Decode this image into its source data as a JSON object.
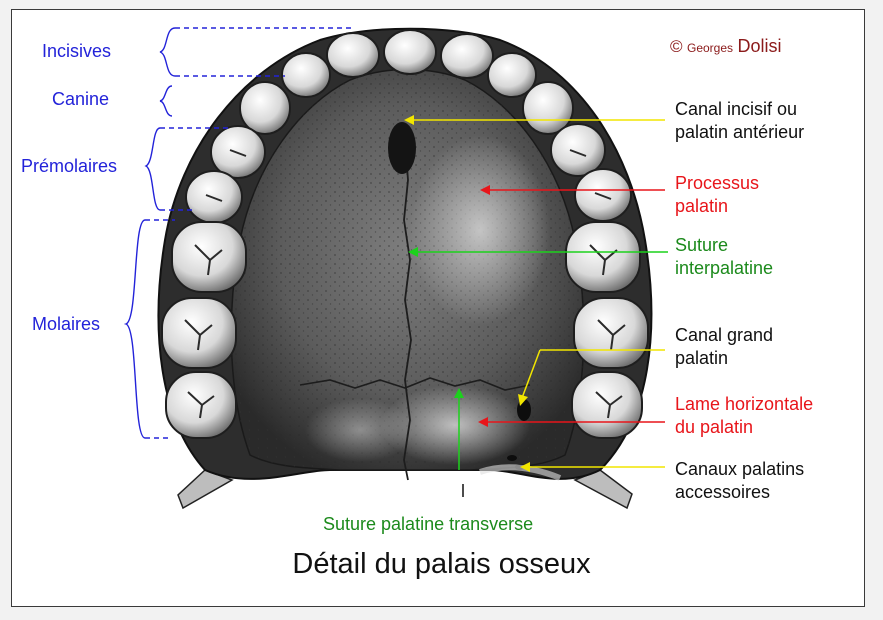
{
  "copyright": {
    "symbol": "©",
    "first": "Georges",
    "last": "Dolisi"
  },
  "tooth_groups": {
    "incisives": "Incisives",
    "canine": "Canine",
    "premolaires": "Prémolaires",
    "molaires": "Molaires"
  },
  "annotations": {
    "canal_incisif_1": "Canal incisif ou",
    "canal_incisif_2": "palatin antérieur",
    "processus_1": "Processus",
    "processus_2": "palatin",
    "suture_inter_1": "Suture",
    "suture_inter_2": "interpalatine",
    "canal_grand_1": "Canal grand",
    "canal_grand_2": "palatin",
    "lame_1": "Lame horizontale",
    "lame_2": "du palatin",
    "canaux_1": "Canaux palatins",
    "canaux_2": "accessoires",
    "suture_transverse": "Suture palatine transverse"
  },
  "title": "Détail du palais osseux",
  "colors": {
    "group_labels": "#2323d9",
    "black_labels": "#111111",
    "red_labels": "#e8151a",
    "green_labels": "#1c8a1c",
    "yellow_arrows": "#f2e600",
    "copyright": "#8b1a1a"
  }
}
